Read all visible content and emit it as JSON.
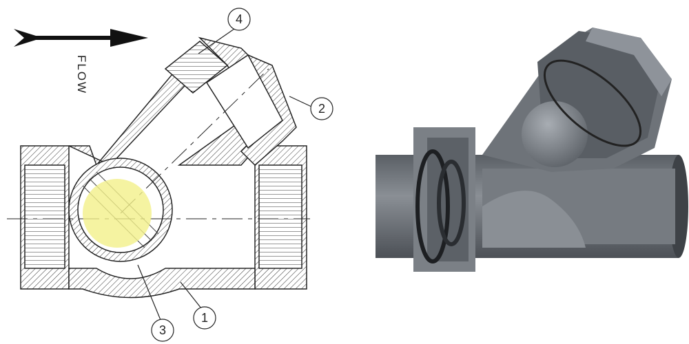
{
  "drawing": {
    "flow_label": "FLOW",
    "callouts": [
      "1",
      "2",
      "3",
      "4"
    ],
    "highlight_color": "#f3f08a"
  },
  "photo": {
    "body_color": "#6f747a"
  }
}
